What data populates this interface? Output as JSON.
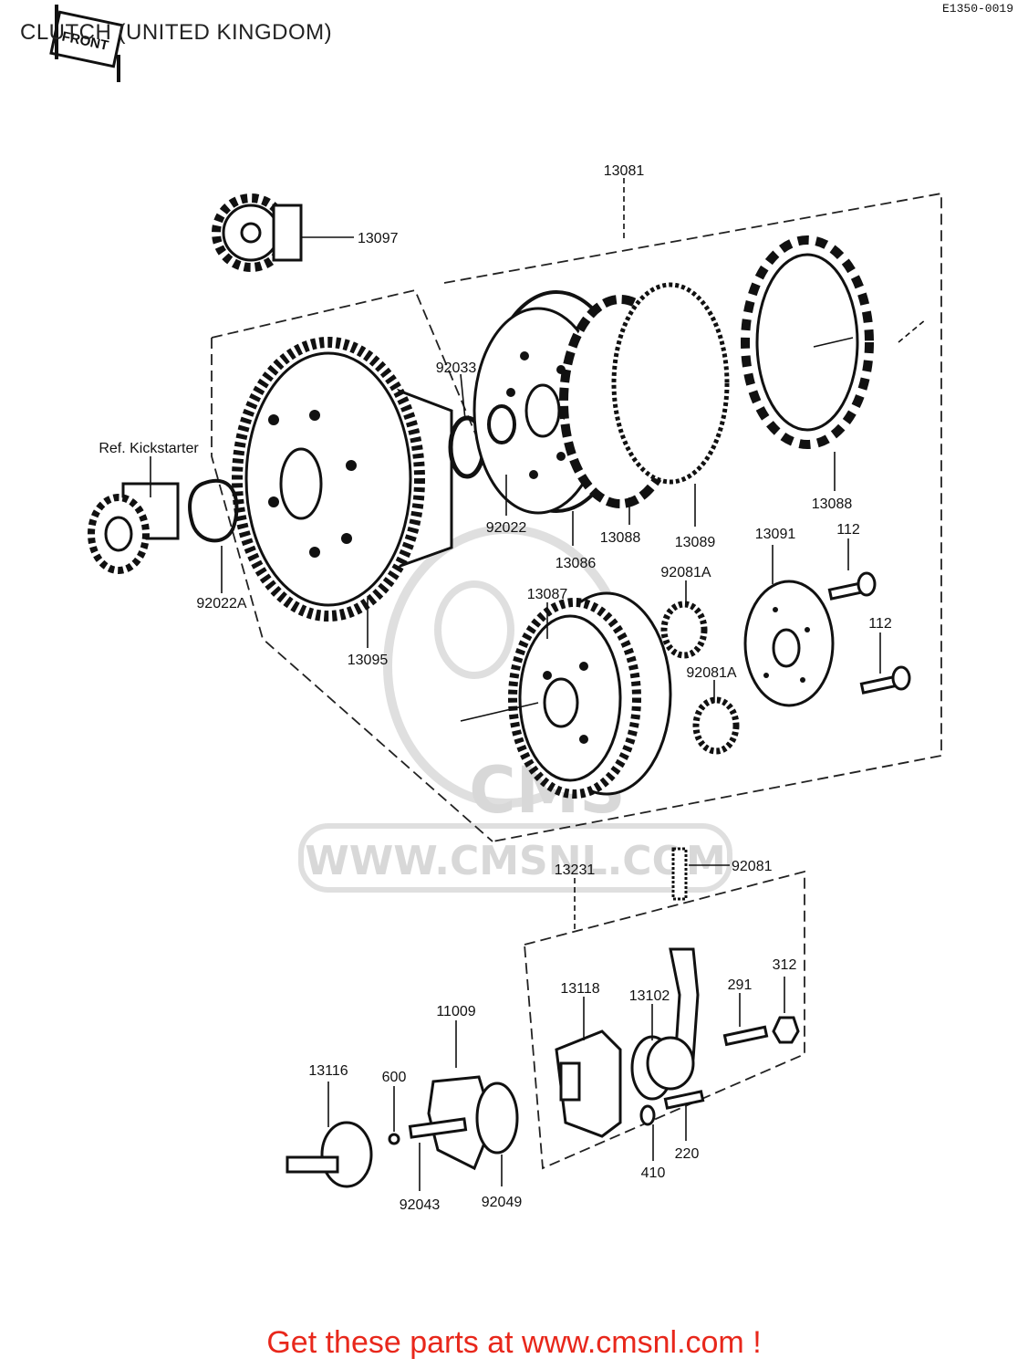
{
  "header": {
    "title": "CLUTCH (UNITED KINGDOM)",
    "code": "E1350-0019",
    "front_tag": "FRONT"
  },
  "watermark": {
    "text": "WWW.CMSNL.COM",
    "logo_text": "CMS"
  },
  "parts": [
    {
      "id": "13081",
      "label": "13081"
    },
    {
      "id": "13097",
      "label": "13097"
    },
    {
      "id": "92033",
      "label": "92033"
    },
    {
      "id": "ref-kickstarter",
      "label": "Ref. Kickstarter"
    },
    {
      "id": "92022",
      "label": "92022"
    },
    {
      "id": "13086",
      "label": "13086"
    },
    {
      "id": "13088a",
      "label": "13088"
    },
    {
      "id": "13089",
      "label": "13089"
    },
    {
      "id": "13088b",
      "label": "13088"
    },
    {
      "id": "13091",
      "label": "13091"
    },
    {
      "id": "112a",
      "label": "112"
    },
    {
      "id": "112b",
      "label": "112"
    },
    {
      "id": "92081Aa",
      "label": "92081A"
    },
    {
      "id": "92081Ab",
      "label": "92081A"
    },
    {
      "id": "13087",
      "label": "13087"
    },
    {
      "id": "92022A",
      "label": "92022A"
    },
    {
      "id": "13095",
      "label": "13095"
    },
    {
      "id": "92081",
      "label": "92081"
    },
    {
      "id": "13231",
      "label": "13231"
    },
    {
      "id": "11009",
      "label": "11009"
    },
    {
      "id": "13118",
      "label": "13118"
    },
    {
      "id": "13102",
      "label": "13102"
    },
    {
      "id": "291",
      "label": "291"
    },
    {
      "id": "312",
      "label": "312"
    },
    {
      "id": "13116",
      "label": "13116"
    },
    {
      "id": "600",
      "label": "600"
    },
    {
      "id": "92043",
      "label": "92043"
    },
    {
      "id": "92049",
      "label": "92049"
    },
    {
      "id": "410",
      "label": "410"
    },
    {
      "id": "220",
      "label": "220"
    }
  ],
  "footer": {
    "banner": "Get these parts at www.cmsnl.com !",
    "banner_color": "#e8271b"
  }
}
